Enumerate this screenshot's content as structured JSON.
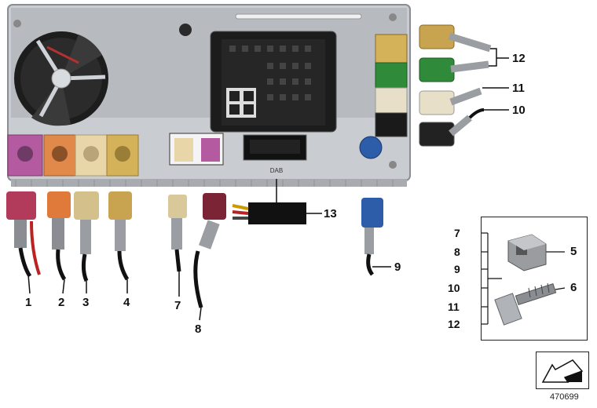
{
  "diagram": {
    "figure_number": "470699",
    "callouts": {
      "c1": "1",
      "c2": "2",
      "c3": "3",
      "c4": "4",
      "c7": "7",
      "c8": "8",
      "c9": "9",
      "c10": "10",
      "c11": "11",
      "c12": "12",
      "c13": "13"
    },
    "legend": {
      "left_numbers": [
        "7",
        "8",
        "9",
        "10",
        "11",
        "12"
      ],
      "part5": "5",
      "part6": "6"
    },
    "unit_label": "DAB",
    "connector_colors": {
      "violet": "#b45aa0",
      "orange": "#e0894a",
      "cream": "#e8d6a8",
      "gold": "#d4b25a",
      "green": "#2f8a3a",
      "blue": "#2d5da8",
      "black": "#1a1a1a",
      "claret": "#7a2436"
    },
    "icons": [
      "radio-head-unit",
      "fan",
      "quadlock-connector",
      "nav-arrow-icon"
    ]
  }
}
